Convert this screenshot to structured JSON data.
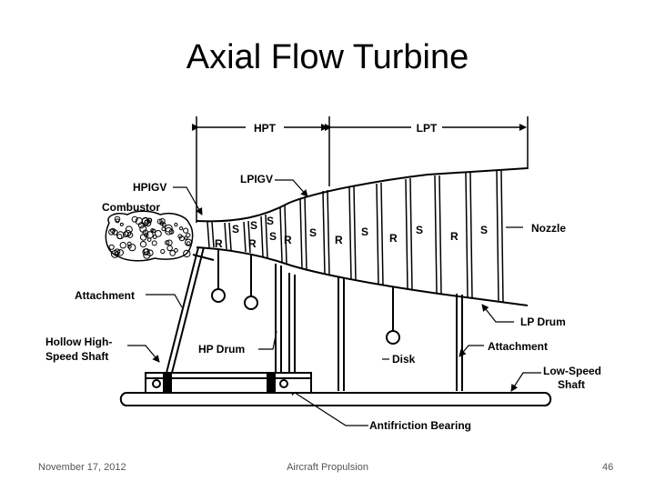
{
  "slide": {
    "title": "Axial Flow Turbine",
    "footer_date": "November 17, 2012",
    "footer_center": "Aircraft Propulsion",
    "page_number": "46"
  },
  "diagram": {
    "labels": {
      "hpt": "HPT",
      "lpt": "LPT",
      "hpigv": "HPIGV",
      "lpigv": "LPIGV",
      "combustor": "Combustor",
      "nozzle": "Nozzle",
      "attachment_left": "Attachment",
      "hollow_shaft_line1": "Hollow High-",
      "hollow_shaft_line2": "Speed Shaft",
      "hp_drum": "HP Drum",
      "lp_drum": "LP Drum",
      "disk": "Disk",
      "attachment_right": "Attachment",
      "low_speed_line1": "Low-Speed",
      "low_speed_line2": "Shaft",
      "antifriction": "Antifriction Bearing"
    },
    "blade_letters": {
      "s": "S",
      "r": "R"
    }
  }
}
